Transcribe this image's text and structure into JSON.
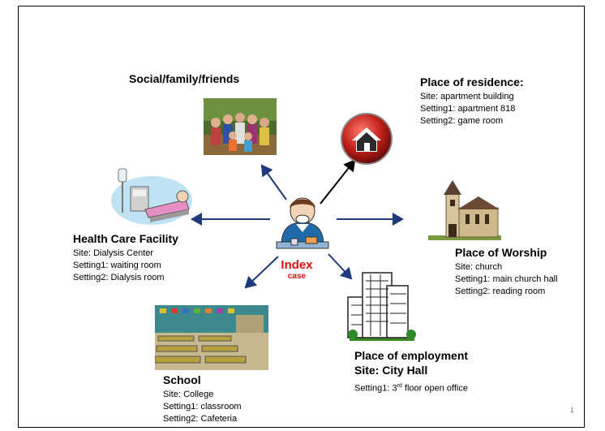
{
  "center": {
    "label": "Index",
    "sublabel": "case"
  },
  "social": {
    "title": "Social/family/friends"
  },
  "residence": {
    "title": "Place of residence",
    "colon": ":",
    "lines": [
      "Site: apartment building",
      "Setting1: apartment 818",
      "Setting2: game room"
    ]
  },
  "health": {
    "title": "Health Care Facility",
    "lines": [
      "Site: Dialysis Center",
      "Setting1: waiting room",
      "Setting2: Dialysis room"
    ]
  },
  "worship": {
    "title": "Place of Worship",
    "lines": [
      "Site: church",
      "Setting1: main church hall",
      "Setting2: reading room"
    ]
  },
  "school": {
    "title": "School",
    "lines": [
      "Site: College",
      "Setting1: classroom",
      "Setting2: Cafeteria"
    ]
  },
  "employment": {
    "title": "Place of employment",
    "site": "Site: City  Hall",
    "setting_prefix": "Setting1: 3",
    "setting_sup": "rd",
    "setting_suffix": " floor open office"
  },
  "page_number": "1",
  "colors": {
    "arrow": "#1f3a7a",
    "index": "#e01010",
    "house": "#c0201a"
  }
}
